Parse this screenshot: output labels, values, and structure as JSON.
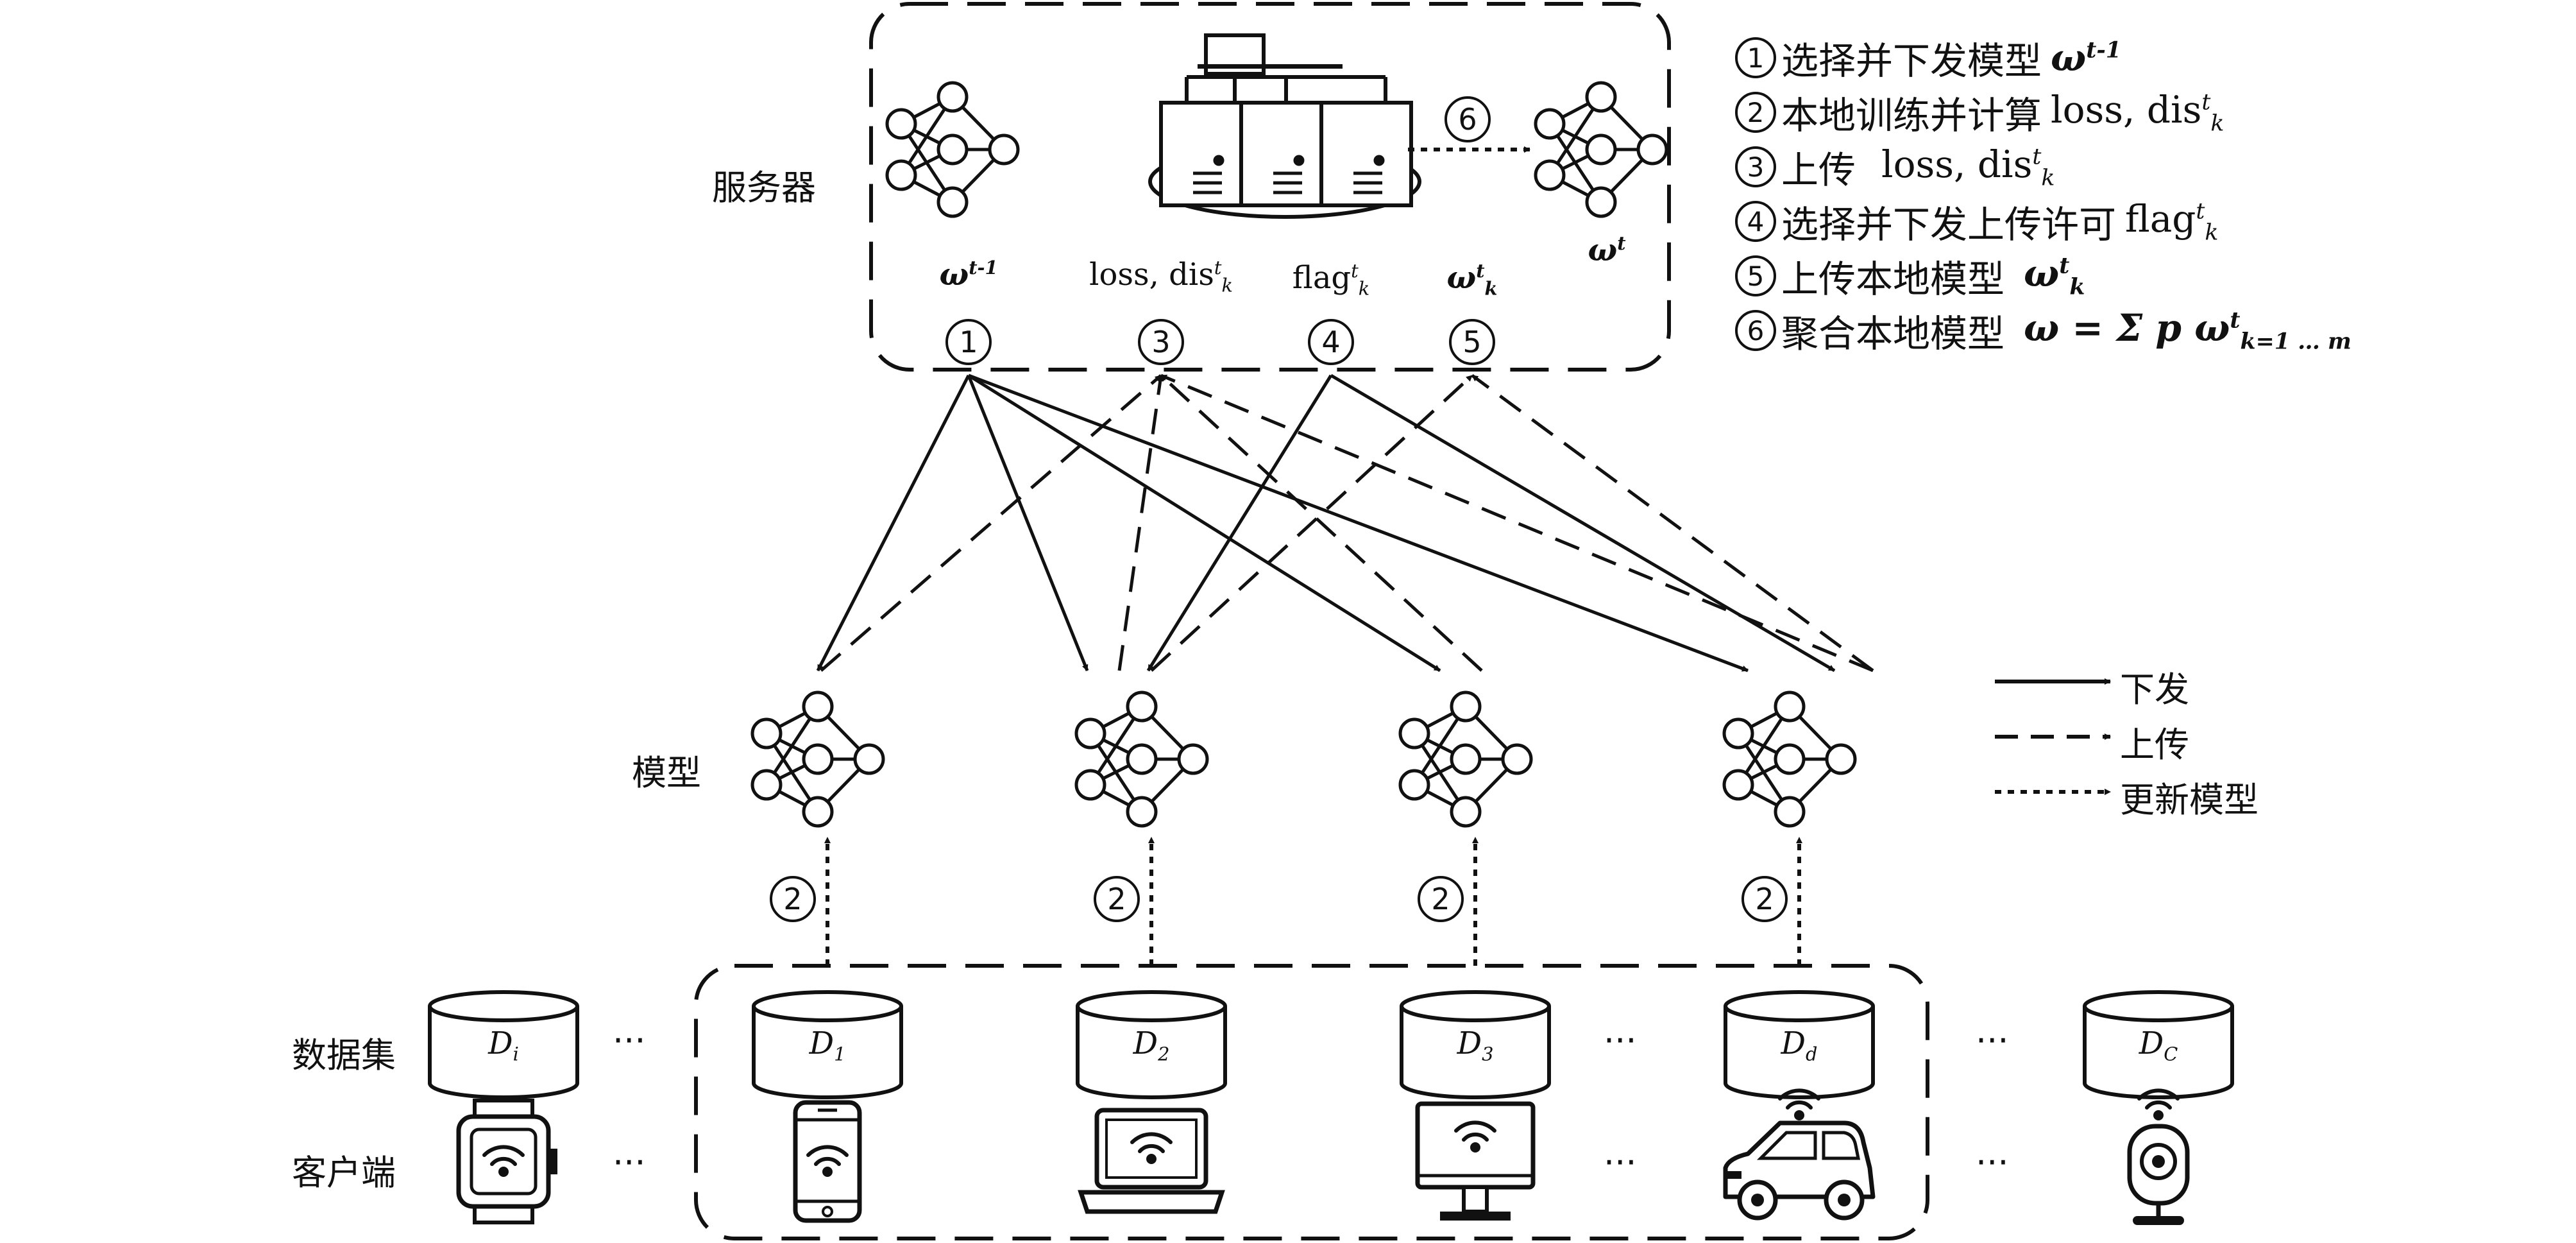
{
  "labels": {
    "server": "服务器",
    "model": "模型",
    "dataset": "数据集",
    "client": "客户端",
    "ellipsis": "···"
  },
  "steps": [
    {
      "num": "1",
      "text": "选择并下发模型",
      "math": "ω",
      "sup": "t-1",
      "sub": ""
    },
    {
      "num": "2",
      "text": "本地训练并计算",
      "math": "loss, dis",
      "sup": "t",
      "sub": "k"
    },
    {
      "num": "3",
      "text": "上传",
      "math": "loss, dis",
      "sup": "t",
      "sub": "k"
    },
    {
      "num": "4",
      "text": "选择并下发上传许可",
      "math": "flag",
      "sup": "t",
      "sub": "k"
    },
    {
      "num": "5",
      "text": "上传本地模型",
      "math": "ω",
      "sup": "t",
      "sub": "k"
    },
    {
      "num": "6",
      "text": "聚合本地模型",
      "math": "ω = Σ p ω",
      "sup": "t",
      "sub": "k=1 … m"
    }
  ],
  "server_labels": {
    "w_prev": "ω",
    "w_prev_sup": "t-1",
    "loss_dis": "loss, dis",
    "flag": "flag",
    "w_k": "ω",
    "w_new": "ω",
    "sup_t": "t",
    "sub_k": "k"
  },
  "server_step_numbers": [
    "1",
    "3",
    "4",
    "5"
  ],
  "update_step_number": "6",
  "client_step_number": "2",
  "datasets": [
    {
      "name": "D",
      "sub": "i"
    },
    {
      "name": "D",
      "sub": "1"
    },
    {
      "name": "D",
      "sub": "2"
    },
    {
      "name": "D",
      "sub": "3"
    },
    {
      "name": "D",
      "sub": "d"
    },
    {
      "name": "D",
      "sub": "C"
    }
  ],
  "clients": [
    {
      "device": "smartwatch-icon"
    },
    {
      "device": "smartphone-icon"
    },
    {
      "device": "laptop-icon"
    },
    {
      "device": "desktop-monitor-icon"
    },
    {
      "device": "car-icon"
    },
    {
      "device": "webcam-icon"
    }
  ],
  "legend": [
    {
      "style": "solid",
      "label": "下发"
    },
    {
      "style": "dashed",
      "label": "上传"
    },
    {
      "style": "dotted",
      "label": "更新模型"
    }
  ]
}
